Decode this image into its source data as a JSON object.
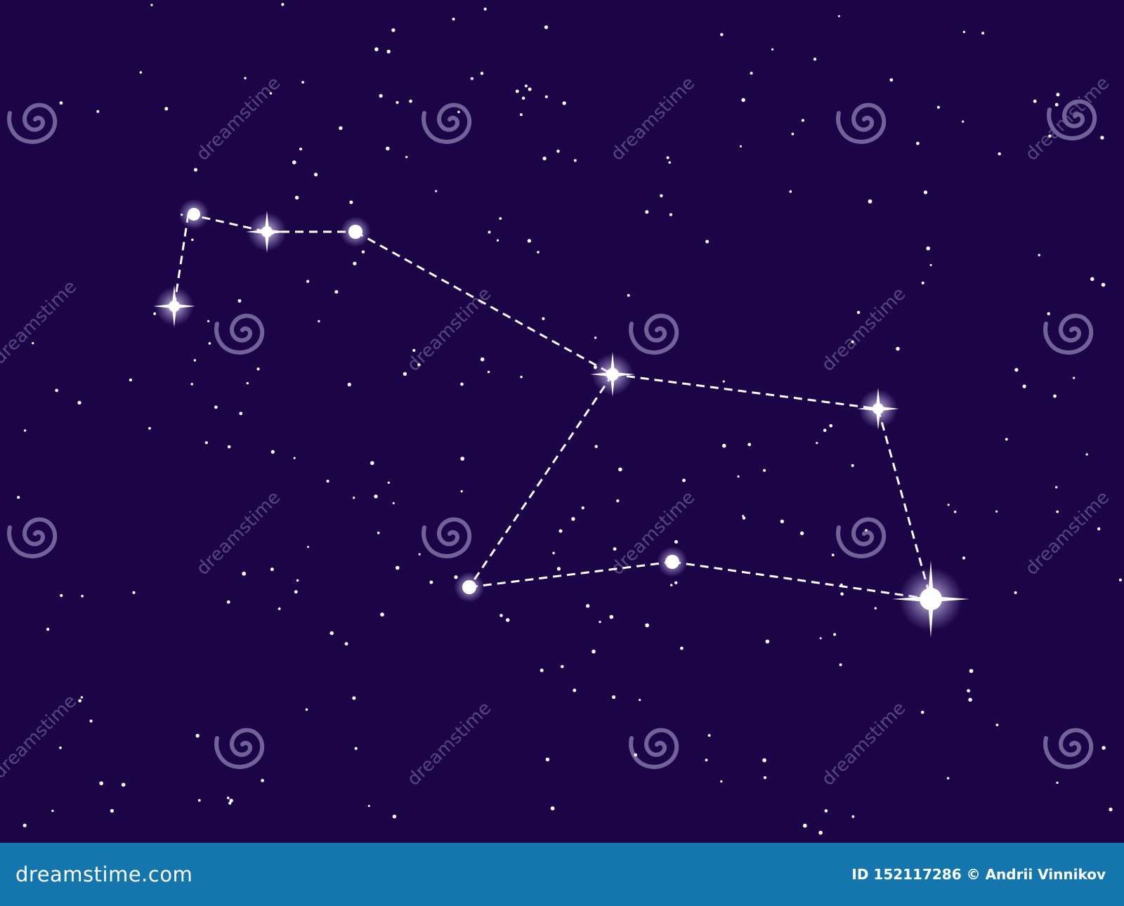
{
  "image": {
    "background_color": "#1b0546",
    "subject": "constellation",
    "colors": {
      "sky": "#1b0546",
      "stars": "#ffffff",
      "watermark": "#8f83b6",
      "footer_bar": "#1575ad"
    }
  },
  "watermark": {
    "text": "dreamstime",
    "icon": "spiral-logo-icon"
  },
  "footer": {
    "brand": "dreamstime.com",
    "credit": "ID 152117286 © Andrii Vinnikov"
  }
}
